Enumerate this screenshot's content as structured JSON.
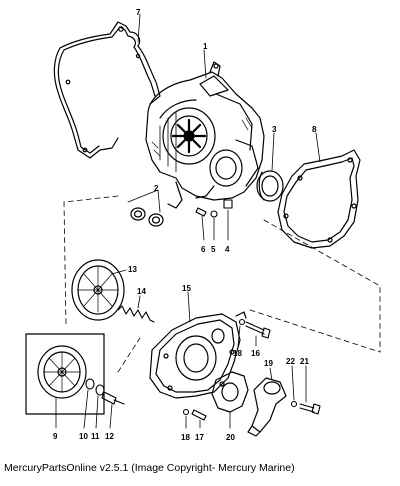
{
  "caption": "MercuryPartsOnline v2.5.1 (Image Copyright- Mercury Marine)",
  "callouts": {
    "c1": "1",
    "c2": "2",
    "c3": "3",
    "c4": "4",
    "c5": "5",
    "c6": "6",
    "c7": "7",
    "c8": "8",
    "c9": "9",
    "c10": "10",
    "c11": "11",
    "c12": "12",
    "c13": "13",
    "c14": "14",
    "c15": "15",
    "c16": "16",
    "c17": "17",
    "c18a": "18",
    "c18b": "18",
    "c19": "19",
    "c20": "20",
    "c21": "21",
    "c22": "22"
  }
}
